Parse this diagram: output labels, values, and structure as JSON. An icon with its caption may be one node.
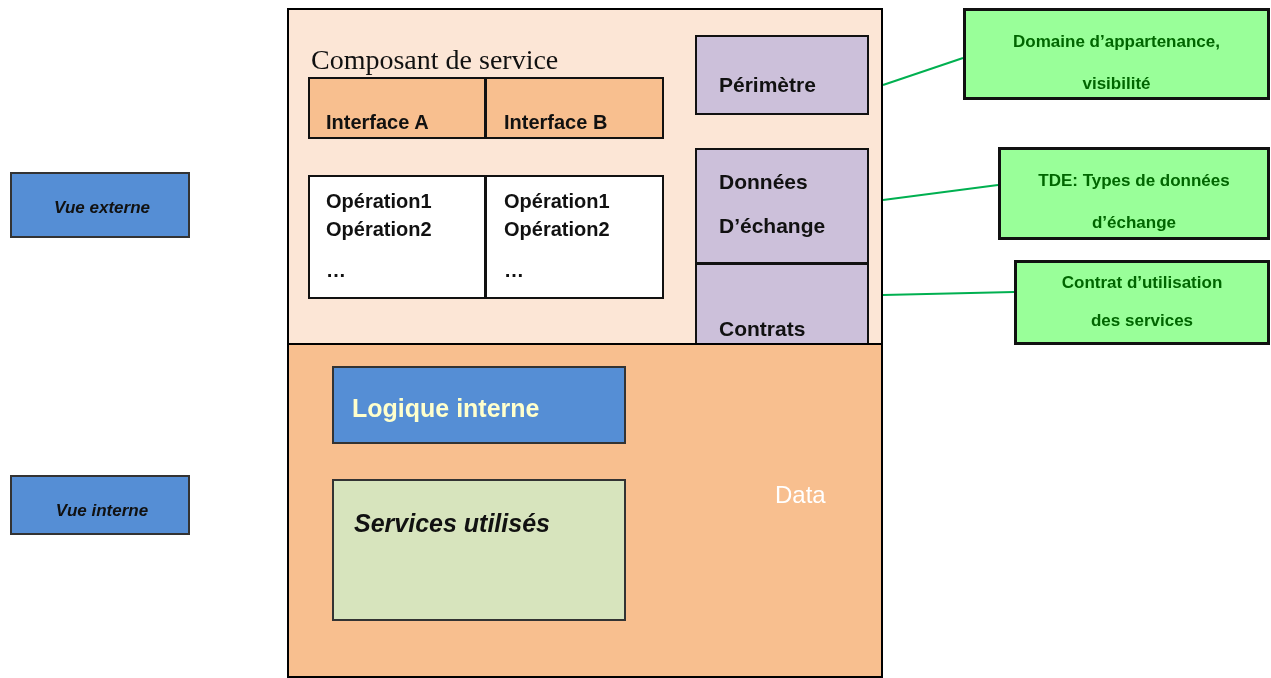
{
  "diagram": {
    "nodes": [
      {
        "text": [
          "Vue externe"
        ]
      },
      {
        "text": [
          "Vue interne"
        ]
      },
      {
        "text": [
          "Composant de service"
        ]
      },
      {
        "text": [
          "Interface A"
        ],
        "in": 2
      },
      {
        "text": [
          "Interface B"
        ],
        "in": 2
      },
      {
        "text": [
          "Opération1 Opération2",
          "…"
        ],
        "in": 2
      },
      {
        "text": [
          "Opération1 Opération2",
          "…"
        ],
        "in": 2
      },
      {
        "text": [
          "Périmètre"
        ],
        "in": 2
      },
      {
        "text": [
          "Données D’échange"
        ],
        "in": 2
      },
      {
        "text": [
          "Contrats"
        ],
        "in": 2
      },
      {
        "text": [
          "Data"
        ]
      },
      {
        "text": [
          "Logique interne"
        ],
        "in": 10
      },
      {
        "text": [
          "Services utilisés"
        ],
        "in": 10
      },
      {
        "text": [
          "Domaine d’appartenance, visibilité"
        ]
      },
      {
        "text": [
          "TDE: Types de données d’échange"
        ]
      },
      {
        "text": [
          "Contrat d’utilisation des services"
        ]
      }
    ],
    "edges": [
      {
        "from": 2,
        "to": 13,
        "arrow": "none"
      },
      {
        "from": 2,
        "to": 14,
        "arrow": "none"
      },
      {
        "from": 2,
        "to": 15,
        "arrow": "none"
      }
    ]
  }
}
